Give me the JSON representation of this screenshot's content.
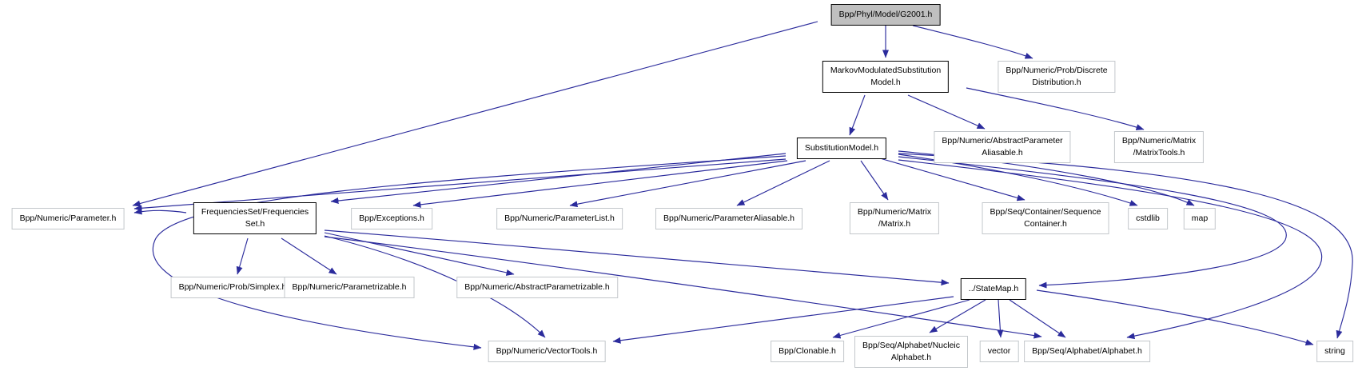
{
  "diagram": {
    "kind": "include-dependency-graph",
    "root_file": "Bpp/Phyl/Model/G2001.h",
    "colors": {
      "edge": "#2b2b9c",
      "documented_border": "#000000",
      "external_border": "#c3c7cb",
      "root_fill": "#bfbfbf",
      "node_fill": "#ffffff",
      "text": "#000000",
      "background": "#ffffff"
    },
    "nodes": [
      {
        "id": "g2001",
        "style": "root",
        "label": "Bpp/Phyl/Model/G2001.h",
        "lines": [
          "Bpp/Phyl/Model/G2001.h"
        ]
      },
      {
        "id": "mmsm",
        "style": "documented",
        "label": "MarkovModulatedSubstitutionModel.h",
        "lines": [
          "MarkovModulatedSubstitution",
          "Model.h"
        ]
      },
      {
        "id": "discrete",
        "style": "external",
        "label": "Bpp/Numeric/Prob/DiscreteDistribution.h",
        "lines": [
          "Bpp/Numeric/Prob/Discrete",
          "Distribution.h"
        ]
      },
      {
        "id": "submodel",
        "style": "documented",
        "label": "SubstitutionModel.h",
        "lines": [
          "SubstitutionModel.h"
        ]
      },
      {
        "id": "absparamaliasable",
        "style": "external",
        "label": "Bpp/Numeric/AbstractParameterAliasable.h",
        "lines": [
          "Bpp/Numeric/AbstractParameter",
          "Aliasable.h"
        ]
      },
      {
        "id": "matrixtools",
        "style": "external",
        "label": "Bpp/Numeric/Matrix/MatrixTools.h",
        "lines": [
          "Bpp/Numeric/Matrix",
          "/MatrixTools.h"
        ]
      },
      {
        "id": "parameter",
        "style": "external",
        "label": "Bpp/Numeric/Parameter.h",
        "lines": [
          "Bpp/Numeric/Parameter.h"
        ]
      },
      {
        "id": "freqset",
        "style": "documented",
        "label": "FrequenciesSet/FrequenciesSet.h",
        "lines": [
          "FrequenciesSet/Frequencies",
          "Set.h"
        ]
      },
      {
        "id": "exceptions",
        "style": "external",
        "label": "Bpp/Exceptions.h",
        "lines": [
          "Bpp/Exceptions.h"
        ]
      },
      {
        "id": "paramlist",
        "style": "external",
        "label": "Bpp/Numeric/ParameterList.h",
        "lines": [
          "Bpp/Numeric/ParameterList.h"
        ]
      },
      {
        "id": "paramaliasable",
        "style": "external",
        "label": "Bpp/Numeric/ParameterAliasable.h",
        "lines": [
          "Bpp/Numeric/ParameterAliasable.h"
        ]
      },
      {
        "id": "matrix",
        "style": "external",
        "label": "Bpp/Numeric/Matrix/Matrix.h",
        "lines": [
          "Bpp/Numeric/Matrix",
          "/Matrix.h"
        ]
      },
      {
        "id": "seqcontainer",
        "style": "external",
        "label": "Bpp/Seq/Container/SequenceContainer.h",
        "lines": [
          "Bpp/Seq/Container/Sequence",
          "Container.h"
        ]
      },
      {
        "id": "cstdlib",
        "style": "external",
        "label": "cstdlib",
        "lines": [
          "cstdlib"
        ]
      },
      {
        "id": "map",
        "style": "external",
        "label": "map",
        "lines": [
          "map"
        ]
      },
      {
        "id": "simplex",
        "style": "external",
        "label": "Bpp/Numeric/Prob/Simplex.h",
        "lines": [
          "Bpp/Numeric/Prob/Simplex.h"
        ]
      },
      {
        "id": "parametrizable",
        "style": "external",
        "label": "Bpp/Numeric/Parametrizable.h",
        "lines": [
          "Bpp/Numeric/Parametrizable.h"
        ]
      },
      {
        "id": "absparametrizable",
        "style": "external",
        "label": "Bpp/Numeric/AbstractParametrizable.h",
        "lines": [
          "Bpp/Numeric/AbstractParametrizable.h"
        ]
      },
      {
        "id": "statemap",
        "style": "documented",
        "label": "../StateMap.h",
        "lines": [
          "../StateMap.h"
        ]
      },
      {
        "id": "vectortools",
        "style": "external",
        "label": "Bpp/Numeric/VectorTools.h",
        "lines": [
          "Bpp/Numeric/VectorTools.h"
        ]
      },
      {
        "id": "clonable",
        "style": "external",
        "label": "Bpp/Clonable.h",
        "lines": [
          "Bpp/Clonable.h"
        ]
      },
      {
        "id": "nucleicalphabet",
        "style": "external",
        "label": "Bpp/Seq/Alphabet/NucleicAlphabet.h",
        "lines": [
          "Bpp/Seq/Alphabet/Nucleic",
          "Alphabet.h"
        ]
      },
      {
        "id": "vector",
        "style": "external",
        "label": "vector",
        "lines": [
          "vector"
        ]
      },
      {
        "id": "alphabet",
        "style": "external",
        "label": "Bpp/Seq/Alphabet/Alphabet.h",
        "lines": [
          "Bpp/Seq/Alphabet/Alphabet.h"
        ]
      },
      {
        "id": "string",
        "style": "external",
        "label": "string",
        "lines": [
          "string"
        ]
      }
    ],
    "edges": [
      {
        "from": "g2001",
        "to": "mmsm"
      },
      {
        "from": "g2001",
        "to": "discrete"
      },
      {
        "from": "g2001",
        "to": "parameter"
      },
      {
        "from": "mmsm",
        "to": "submodel"
      },
      {
        "from": "mmsm",
        "to": "absparamaliasable"
      },
      {
        "from": "mmsm",
        "to": "matrixtools"
      },
      {
        "from": "submodel",
        "to": "freqset"
      },
      {
        "from": "submodel",
        "to": "parameter"
      },
      {
        "from": "submodel",
        "to": "exceptions"
      },
      {
        "from": "submodel",
        "to": "paramlist"
      },
      {
        "from": "submodel",
        "to": "paramaliasable"
      },
      {
        "from": "submodel",
        "to": "matrix"
      },
      {
        "from": "submodel",
        "to": "seqcontainer"
      },
      {
        "from": "submodel",
        "to": "cstdlib"
      },
      {
        "from": "submodel",
        "to": "map"
      },
      {
        "from": "submodel",
        "to": "statemap"
      },
      {
        "from": "submodel",
        "to": "alphabet"
      },
      {
        "from": "submodel",
        "to": "string"
      },
      {
        "from": "submodel",
        "to": "vectortools"
      },
      {
        "from": "freqset",
        "to": "parameter"
      },
      {
        "from": "freqset",
        "to": "simplex"
      },
      {
        "from": "freqset",
        "to": "parametrizable"
      },
      {
        "from": "freqset",
        "to": "absparametrizable"
      },
      {
        "from": "freqset",
        "to": "vectortools"
      },
      {
        "from": "freqset",
        "to": "statemap"
      },
      {
        "from": "freqset",
        "to": "alphabet"
      },
      {
        "from": "statemap",
        "to": "vectortools"
      },
      {
        "from": "statemap",
        "to": "clonable"
      },
      {
        "from": "statemap",
        "to": "nucleicalphabet"
      },
      {
        "from": "statemap",
        "to": "vector"
      },
      {
        "from": "statemap",
        "to": "alphabet"
      },
      {
        "from": "statemap",
        "to": "string"
      }
    ]
  }
}
